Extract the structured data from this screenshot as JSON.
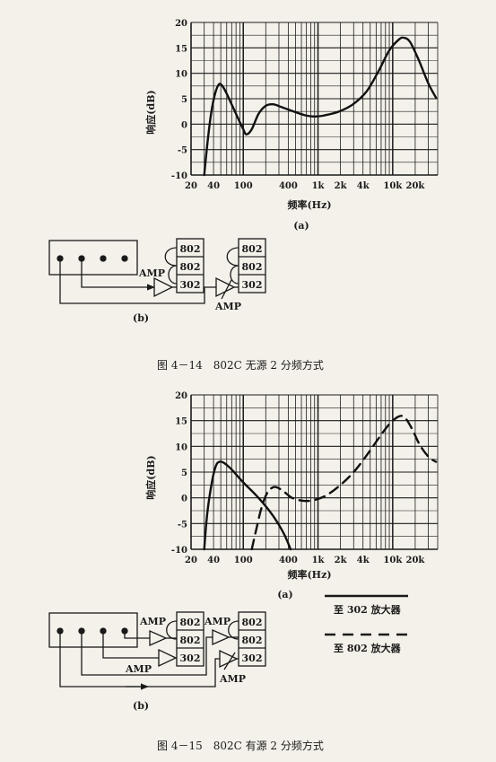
{
  "chart_data": [
    {
      "type": "line",
      "ylabel": "响应(dB)",
      "xlabel": "频率(Hz)",
      "x_scale": "log",
      "y_ticks": [
        "20",
        "15",
        "10",
        "5",
        "0",
        "-5",
        "-10"
      ],
      "x_tick_labels": [
        "20",
        "40",
        "100",
        "400",
        "1k",
        "2k",
        "4k",
        "10k",
        "20k"
      ],
      "ylim": [
        -10,
        20
      ],
      "xlim": [
        20,
        40000
      ],
      "sublabel": "(a)",
      "series": [
        {
          "style": "solid",
          "points": [
            [
              30,
              -10
            ],
            [
              33,
              -4
            ],
            [
              37,
              2
            ],
            [
              42,
              6
            ],
            [
              47,
              7.8
            ],
            [
              52,
              7.6
            ],
            [
              60,
              6
            ],
            [
              80,
              2
            ],
            [
              100,
              -1
            ],
            [
              110,
              -2
            ],
            [
              130,
              -1
            ],
            [
              160,
              2
            ],
            [
              200,
              3.6
            ],
            [
              250,
              3.9
            ],
            [
              320,
              3.4
            ],
            [
              450,
              2.6
            ],
            [
              650,
              1.8
            ],
            [
              900,
              1.5
            ],
            [
              1300,
              1.8
            ],
            [
              2000,
              2.6
            ],
            [
              3000,
              4
            ],
            [
              4500,
              6.5
            ],
            [
              6500,
              10.5
            ],
            [
              9000,
              14.5
            ],
            [
              12000,
              16.6
            ],
            [
              14000,
              17
            ],
            [
              17000,
              16.2
            ],
            [
              22000,
              12.8
            ],
            [
              30000,
              8
            ],
            [
              38000,
              5.2
            ]
          ]
        }
      ]
    },
    {
      "type": "line",
      "ylabel": "响应(dB)",
      "xlabel": "频率(Hz)",
      "x_scale": "log",
      "y_ticks": [
        "20",
        "15",
        "10",
        "5",
        "0",
        "-5",
        "-10"
      ],
      "x_tick_labels": [
        "20",
        "40",
        "100",
        "400",
        "1k",
        "2k",
        "4k",
        "10k",
        "20k"
      ],
      "ylim": [
        -10,
        20
      ],
      "xlim": [
        20,
        40000
      ],
      "sublabel": "(a)",
      "series": [
        {
          "name": "至 302 放大器",
          "style": "solid",
          "points": [
            [
              30,
              -10
            ],
            [
              33,
              -3
            ],
            [
              38,
              3
            ],
            [
              43,
              6.2
            ],
            [
              48,
              7
            ],
            [
              55,
              6.8
            ],
            [
              70,
              5.5
            ],
            [
              100,
              3
            ],
            [
              160,
              0
            ],
            [
              250,
              -3.5
            ],
            [
              350,
              -7
            ],
            [
              430,
              -10
            ]
          ]
        },
        {
          "name": "至 802 放大器",
          "style": "dashed",
          "points": [
            [
              130,
              -10
            ],
            [
              150,
              -6
            ],
            [
              175,
              -2
            ],
            [
              210,
              1
            ],
            [
              260,
              2.1
            ],
            [
              330,
              1.5
            ],
            [
              450,
              0
            ],
            [
              650,
              -0.6
            ],
            [
              900,
              -0.4
            ],
            [
              1300,
              0.5
            ],
            [
              2000,
              2.5
            ],
            [
              3000,
              5
            ],
            [
              4500,
              8.3
            ],
            [
              6500,
              11.6
            ],
            [
              9000,
              14.3
            ],
            [
              12000,
              15.8
            ],
            [
              14500,
              15.6
            ],
            [
              18000,
              13.5
            ],
            [
              23000,
              10.3
            ],
            [
              30000,
              8
            ],
            [
              38000,
              7
            ]
          ]
        }
      ]
    }
  ],
  "fig1": {
    "panel_b_label": "(b)",
    "amp_label_1": "AMP",
    "amp_label_2": "AMP",
    "box_labels": [
      "802",
      "802",
      "302",
      "802",
      "802",
      "302"
    ],
    "caption": "图 4－14　802C 无源 2 分频方式"
  },
  "fig2": {
    "panel_b_label": "(b)",
    "amp_labels": [
      "AMP",
      "AMP",
      "AMP",
      "AMP"
    ],
    "box_labels": [
      "802",
      "802",
      "302",
      "802",
      "802",
      "302"
    ],
    "legend_solid": "至 302 放大器",
    "legend_dashed": "至 802 放大器",
    "caption": "图 4－15　802C 有源 2 分频方式"
  }
}
